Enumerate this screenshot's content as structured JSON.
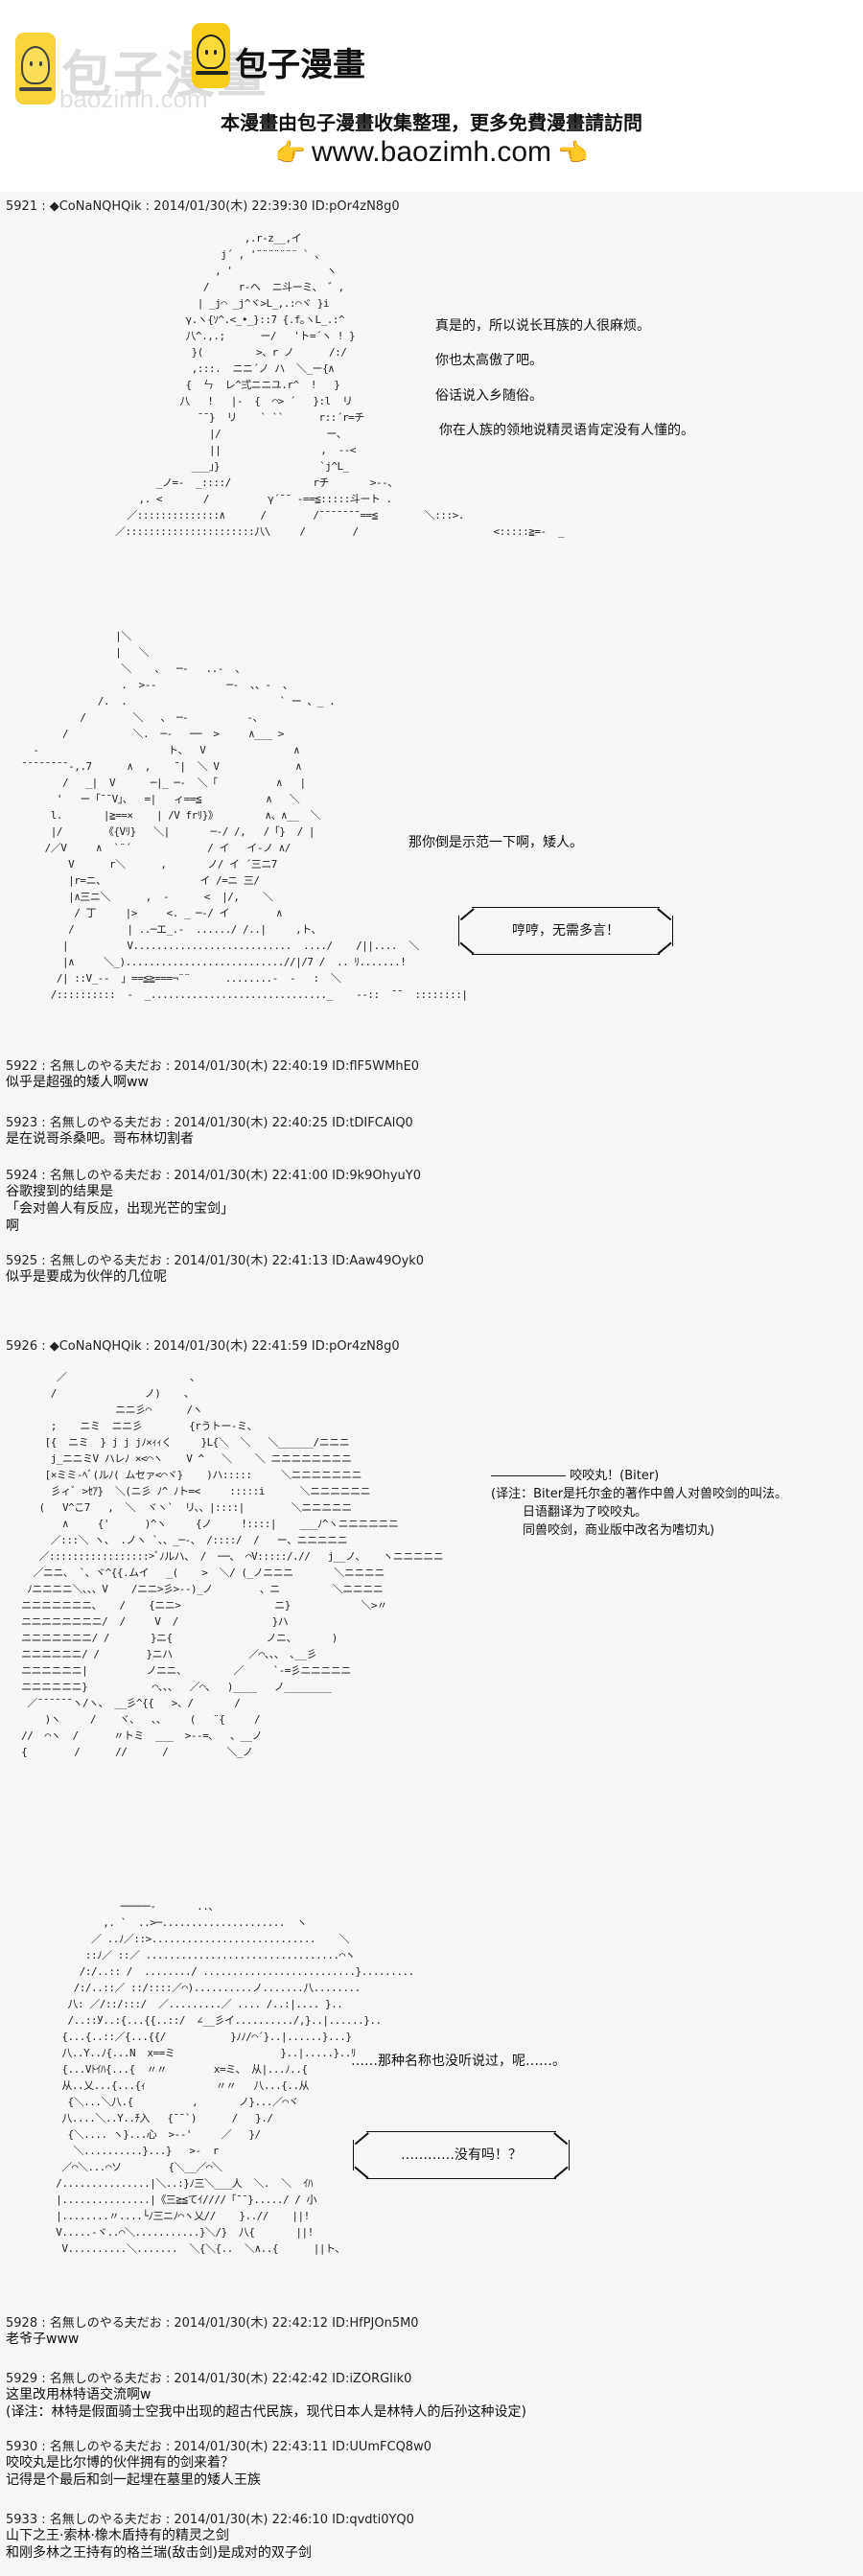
{
  "banner": {
    "ghost_brand": "包子漫畫",
    "ghost_url": "baozimh.com",
    "brand": "包子漫畫",
    "message": "本漫畫由包子漫畫收集整理，更多免費漫畫請訪問",
    "url": "www.baozimh.com",
    "hand_left": "👉",
    "hand_right": "👈",
    "accent_color": "#f8cc1b"
  },
  "posts": [
    {
      "header": "5921 : ◆CoNaNQHQik : 2014/01/30(木) 22:39:30 ID:pOr4zN8g0",
      "dialog": [
        "真是的，所以说长耳族的人很麻烦。",
        "你也太高傲了吧。",
        "俗话说入乡随俗。",
        "你在人族的领地说精灵语肯定没有人懂的。"
      ],
      "dialog2": "那你倒是示范一下啊，矮人。",
      "bubble": "哼哼，无需多言！"
    },
    {
      "header": "5922 : 名無しのやる夫だお : 2014/01/30(木) 22:40:19 ID:flF5WMhE0",
      "body": "似乎是超强的矮人啊ww"
    },
    {
      "header": "5923 : 名無しのやる夫だお : 2014/01/30(木) 22:40:25 ID:tDIFCAlQ0",
      "body": "是在说哥杀桑吧。哥布林切割者"
    },
    {
      "header": "5924 : 名無しのやる夫だお : 2014/01/30(木) 22:41:00 ID:9k9OhyuY0",
      "body": "谷歌搜到的结果是\n「会对兽人有反应，出现光芒的宝剑」\n啊"
    },
    {
      "header": "5925 : 名無しのやる夫だお : 2014/01/30(木) 22:41:13 ID:Aaw49Oyk0",
      "body": "似乎是要成为伙伴的几位呢"
    },
    {
      "header": "5926 : ◆CoNaNQHQik : 2014/01/30(木) 22:41:59 ID:pOr4zN8g0",
      "note": "―――――― 咬咬丸！(Biter)\n(译注：Biter是托尔金的著作中兽人对兽咬剑的叫法。\n        日语翻译为了咬咬丸。\n        同兽咬剑，商业版中改名为嗜切丸)",
      "dialog": "……那种名称也没听说过，呢……。",
      "bubble": "…………没有吗！？"
    },
    {
      "header": "5928 : 名無しのやる夫だお : 2014/01/30(木) 22:42:12 ID:HfPJOn5M0",
      "body": "老爷子www"
    },
    {
      "header": "5929 : 名無しのやる夫だお : 2014/01/30(木) 22:42:42 ID:iZORGIik0",
      "body": "这里改用林特语交流啊w\n(译注：林特是假面骑士空我中出现的超古代民族，现代日本人是林特人的后孙这种设定)"
    },
    {
      "header": "5930 : 名無しのやる夫だお : 2014/01/30(木) 22:43:11 ID:UUmFCQ8w0",
      "body": "咬咬丸是比尔博的伙伴拥有的剑来着？\n记得是个最后和剑一起埋在墓里的矮人王族"
    },
    {
      "header": "5933 : 名無しのやる夫だお : 2014/01/30(木) 22:46:10 ID:qvdti0YQ0",
      "body": "山下之王·索林·橡木盾持有的精灵之剑\n和刚多林之王持有的格兰瑞(敌击剑)是成对的双子剑"
    }
  ],
  "ascii_art": {
    "dwarf": "                      ,.r-z__,イ\n                  j´ , '¨¨¨¨¨¨¨ ` 、\n                 , '                ヽ\n               /     r‐ヘ  ニ斗ーミ、 ゛,\n              | _j⌒ _j^ヾ>L_,.:⌒ヾ }i\n            γ.ヽ{ｿ^.<_•_}::7 {.f｡ヽL_.:^\n            八^.,.;      ー/   'ト=´ヽ ! }\n             }(         >、r ノ      /:/\n             ,:::.  ニニ´ノ ハ  ＼_ー{∧\n            {  ㄣ  レ^弍ニニユ.r^  !   }\n           八   !   |-  {  ⌒> ´   }:l  リ\n              ¯¯}  リ    ` ``      r::´r=チ\n                |/                  ー、\n                ||                 ,  --<\n             ___」}                 `j^L_\n       _ノ=-  _::::/              rチ       >--、\n    ,. <       /          γ´¯¯ -==≦:::::斗ート .\n  ／::::::::::::::∧      /        /¯¯¯¯¯¯¯==≦        ＼:::>.\n／::::::::::::::::::::::八\\     /        /                       <:::::≧=-  _",
    "elf": "                 |＼\n                 |   ＼\n                  ＼    、  ─-   ..-  、\n                  .  >--            ─-  、、-  、\n              /.  .                          ` ー 、_ .\n           /        ＼   、 ─-          -、\n        /           ＼.  ─-   ──  >     ∧___ >\n   -                      ト、  V               ∧\n ¯¯¯¯¯¯¯¯-,.7      ∧  ,    ¯|  ＼ V             ∧\n        /   _|  V      ─|_ ─-  ＼「          ∧   |\n       '   ー「¯¯V」、  =|   ィ==≦           ∧   ＼\n      l.       |≧==×    | /V frﾘ}》        ∧、∧__  ＼\n      |/       《{Vﾘ}   ＼|       ─-/ /,   /「}  / |\n     /／V     ∧  `¨´             / イ   イ-ノ ∧/\n         V      r＼      ,       ノ/ イ ´三ニ7\n         |r=ニ、                イ /=ニ 三/\n         |∧三ニ＼      ,  -      <  |/,    ＼\n          / 丁     |>     <. _ ─-/ イ        ∧\n         /         | ..─エ_.-  ....../ /..|     ,ト、\n        |          V...........................  ..../    /||....  ＼\n        |∧     ＼_)...........................//|/7 /  .. ﾘ.......!\n       /| ::V_--  」==≦≧===¬¨¨      ........-  -   :  ＼\n      /::::::::::  -  _.............................._    --::  ¯¯  ::::::::|",
    "dwarf_pose": "       ／                     、\n      /               ノ)    、\n                 ニニ彡⌒      /ヽ\n      ;    ニミ  ニニ彡        {rうトー-ミ、\n     [{  ニミ  } j j jﾉ×ｨｨく     }L{＼  ＼   ＼______/ニニニ\n      j_ニニミV ハレﾉ ×<⌒ヽ    V ^   ＼    ＼ ニニニニニニニニ\n     [×ミミ-ﾍﾞ(ルﾉ( ムセァ<⌒ヾ}    )ハ:::::     ＼ニニニニニニニ\n      彡ィﾞ >ｾｱ}  ＼(ニ彡 ﾉ^ ﾉト=<     :::::i      ＼ニニニニニニ\n    (   V^こ7   ,  ＼  ヾヽ`  リ、、|::::|        ＼ニニニニニ\n        ∧     {'      )^ヽ     {ノ     !::::|    ___ﾉ^ヽニニニニニニ\n      ／:::＼ ヽ、 .ノヽ `、、_─-、 /::::/  /   ー、ニニニニニ\n    ／:::::::::::::::::>ﾞﾉルハ、 /  ──、 ⌒V:::::/.//   j__ノ、   ヽニニニニニ\n   ／ニニ、 `、ヾ^{{.ムイ   _(    >  ＼/ (_ノニニニ       ＼ニニニニ\n  ﾉニニニニ＼、、、V    /ニニ>彡>--)_ノ        、ニ         ＼ニニニニ\n ニニニニニニニ、   /    {ニニ>                ニ}            ＼>〃\n ニニニニニニニニ/  /     V  /                }ハ\n ニニニニニニニ/ /       }ニ{                ノニ、      )\n ニニニニニニ/ /        }ニハ             ／⌒、、、 ､__彡\n ニニニニニニ|          ノニニ、        ／     `-=彡ニニニニニ\n ニニニニニニ}           ⌒、、、  ／⌒、  )____   ノ________\n  ／¯¯¯¯¯¯ヽ/ヽ、 __彡^{{   >、/       /\n     )ヽ     /    ヾ、  、、    (   ¨{     /\n //  ⌒ヽ  /      〃トミ  ___  >--=、  、__ノ\n {        /      //      /          ＼_ノ",
    "elf_confused": "             ─────-       ..、\n          ,. `  ..>─.....................  ヽ\n        ／ ..ﾉ／::>............................    ＼\n       ::ﾉ／ ::／ .................................⌒ヽ\n      /:/..:: /  ......../ ..........................}.........\n     /:/..::／ ::/::::／⌒)..........ノ.......八........\n    八: ／/::/:::/  ／.........／ .... /..:|.... }..\n    /..::У..:{...{{..::/  ∠__彡イ........../,}..|......}..\n   {...{..::／{...{{/           }ﾉﾉ/⌒´}..|......}...}\n   八..Y..ﾉ{...N  x==ミ                  }..|.....}..ﾘ\n   {...Vﾄｲﾊ{...{  〃〃        x=ミ、 从|...ﾉ..{\n   从..乂...{...{ｨ            〃〃   八...{..从\n    {＼...＼八.{          ,       ノ}...／⌒ヾ\n   八....＼..Y..ﾁ入   {¯¯`)      /   }./\n    {＼.... ヽ}...心  >--'     ／   }/\n     ＼..........}...}   >-  r\n   ／⌒＼...⌒ソ        {＼__／⌒＼\n  /...............|＼..:}ﾉ三＼___人  ＼.  ＼  ｲﾊ\n  |...............|《三≧≦てｲ////「¯¯}...../ / 小\n  |........〃....└ﾉ三ニﾉ⌒ヽ乂//    }..//    ||!\n  V.....-ヾ..⌒＼...........}＼/}  八{       ||!\n   V..........＼.......  ＼{＼{..  ＼∧..{      ||ト、"
  }
}
